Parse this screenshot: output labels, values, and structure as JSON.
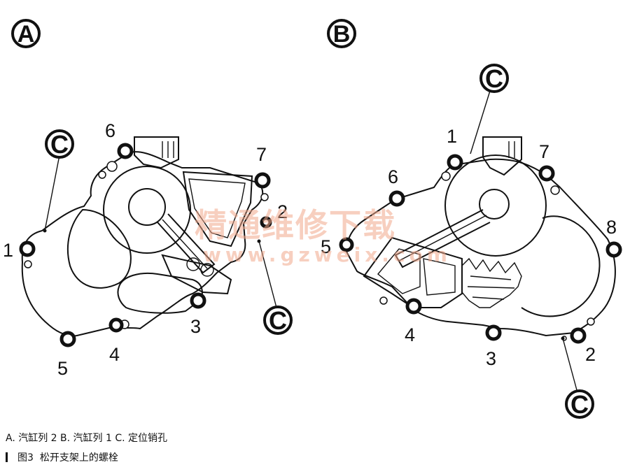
{
  "panels": {
    "a": {
      "letter": "A"
    },
    "b": {
      "letter": "B"
    }
  },
  "marker_letter": "C",
  "left_numbers": [
    "1",
    "2",
    "3",
    "4",
    "5",
    "6",
    "7"
  ],
  "right_numbers": [
    "1",
    "2",
    "3",
    "4",
    "5",
    "6",
    "7",
    "8"
  ],
  "watermark": {
    "text": "精通维修下载",
    "url": "www.gzweix.com"
  },
  "legend": "A. 汽缸列 2   B. 汽缸列 1   C. 定位销孔",
  "figure": {
    "number": "图3",
    "title": "松开支架上的螺栓"
  }
}
